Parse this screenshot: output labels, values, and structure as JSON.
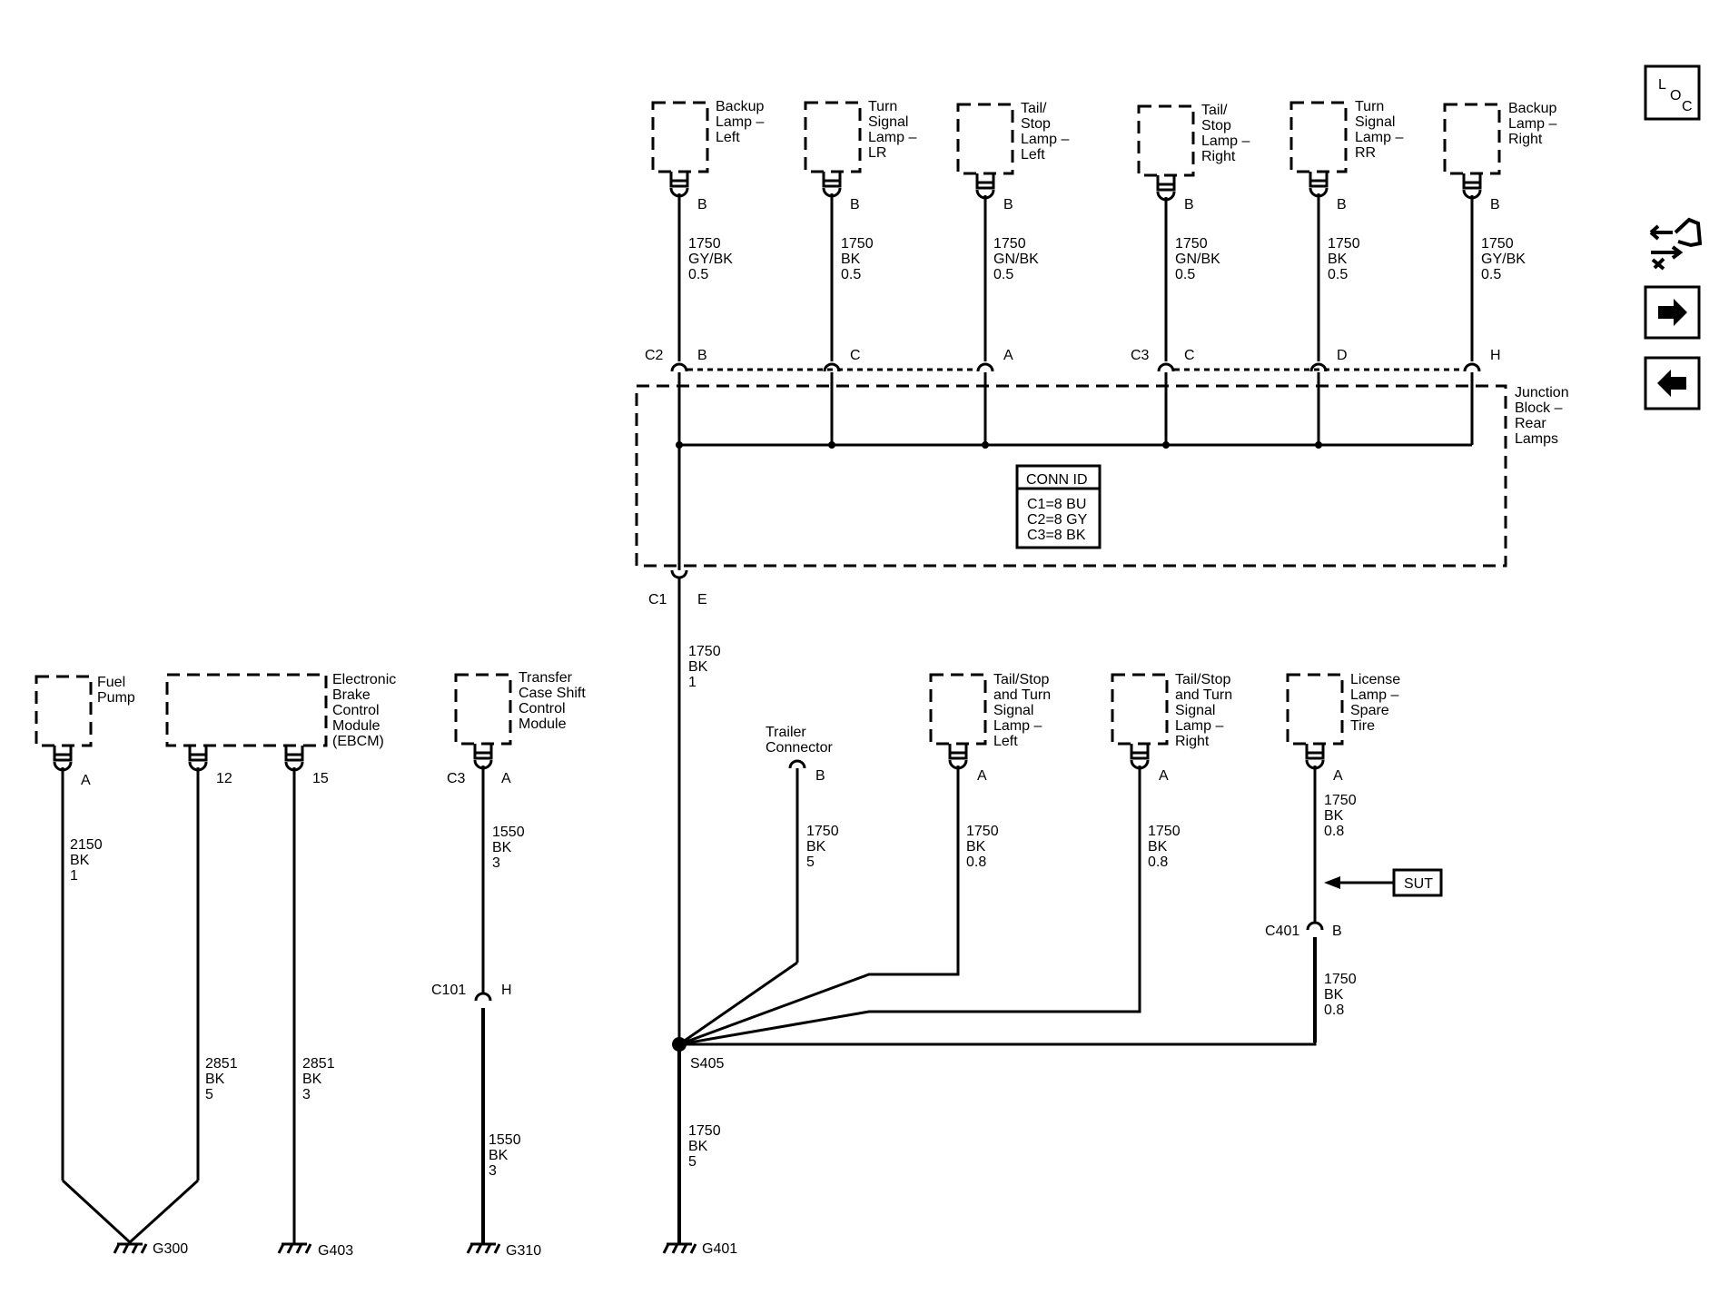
{
  "nav": {
    "loc_label": [
      "L",
      "O",
      "C"
    ],
    "icons": [
      "component-locator-icon",
      "diagnostic-tools-icon",
      "next-page-arrow-icon",
      "previous-page-arrow-icon"
    ]
  },
  "components": {
    "backup_left": [
      "Backup",
      "Lamp –",
      "Left"
    ],
    "turn_lr": [
      "Turn",
      "Signal",
      "Lamp –",
      "LR"
    ],
    "tailstop_left": [
      "Tail/",
      "Stop",
      "Lamp –",
      "Left"
    ],
    "tailstop_right": [
      "Tail/",
      "Stop",
      "Lamp –",
      "Right"
    ],
    "turn_rr": [
      "Turn",
      "Signal",
      "Lamp –",
      "RR"
    ],
    "backup_right": [
      "Backup",
      "Lamp –",
      "Right"
    ],
    "junction_block": [
      "Junction",
      "Block –",
      "Rear",
      "Lamps"
    ],
    "fuel_pump": [
      "Fuel",
      "Pump"
    ],
    "ebcm": [
      "Electronic",
      "Brake",
      "Control",
      "Module",
      "(EBCM)"
    ],
    "tcscm": [
      "Transfer",
      "Case Shift",
      "Control",
      "Module"
    ],
    "trailer": [
      "Trailer",
      "Connector"
    ],
    "ts_turn_left": [
      "Tail/Stop",
      "and Turn",
      "Signal",
      "Lamp –",
      "Left"
    ],
    "ts_turn_right": [
      "Tail/Stop",
      "and Turn",
      "Signal",
      "Lamp –",
      "Right"
    ],
    "license": [
      "License",
      "Lamp –",
      "Spare",
      "Tire"
    ]
  },
  "pins": {
    "backup_left": "B",
    "turn_lr": "B",
    "tailstop_left": "B",
    "tailstop_right": "B",
    "turn_rr": "B",
    "backup_right": "B",
    "jb_c2_b": "B",
    "jb_c2_c": "C",
    "jb_c2_a": "A",
    "jb_c3_c": "C",
    "jb_c3_d": "D",
    "jb_c3_h": "H",
    "jb_c1_e": "E",
    "fuel_pump": "A",
    "ebcm_12": "12",
    "ebcm_15": "15",
    "tcscm": "A",
    "c101": "H",
    "trailer": "B",
    "ts_turn_left": "A",
    "ts_turn_right": "A",
    "license": "A",
    "c401": "B"
  },
  "connectors": {
    "c2": "C2",
    "c3_jb": "C3",
    "c1": "C1",
    "c3_tcscm": "C3",
    "c101": "C101",
    "c401": "C401"
  },
  "wires": {
    "backup_left": [
      "1750",
      "GY/BK",
      "0.5"
    ],
    "turn_lr": [
      "1750",
      "BK",
      "0.5"
    ],
    "tailstop_left": [
      "1750",
      "GN/BK",
      "0.5"
    ],
    "tailstop_right": [
      "1750",
      "GN/BK",
      "0.5"
    ],
    "turn_rr": [
      "1750",
      "BK",
      "0.5"
    ],
    "backup_right": [
      "1750",
      "GY/BK",
      "0.5"
    ],
    "jb_out": [
      "1750",
      "BK",
      "1"
    ],
    "fuel_pump": [
      "2150",
      "BK",
      "1"
    ],
    "ebcm_12": [
      "2851",
      "BK",
      "5"
    ],
    "ebcm_15": [
      "2851",
      "BK",
      "3"
    ],
    "tcscm_upper": [
      "1550",
      "BK",
      "3"
    ],
    "tcscm_lower": [
      "1550",
      "BK",
      "3"
    ],
    "trailer": [
      "1750",
      "BK",
      "5"
    ],
    "ts_turn_left": [
      "1750",
      "BK",
      "0.8"
    ],
    "ts_turn_right": [
      "1750",
      "BK",
      "0.8"
    ],
    "license_upper": [
      "1750",
      "BK",
      "0.8"
    ],
    "license_lower": [
      "1750",
      "BK",
      "0.8"
    ],
    "g401": [
      "1750",
      "BK",
      "5"
    ]
  },
  "conn_id": {
    "title": "CONN ID",
    "lines": [
      "C1=8 BU",
      "C2=8 GY",
      "C3=8 BK"
    ]
  },
  "splice": "S405",
  "grounds": {
    "g300": "G300",
    "g403": "G403",
    "g310": "G310",
    "g401": "G401"
  },
  "sut": "SUT"
}
